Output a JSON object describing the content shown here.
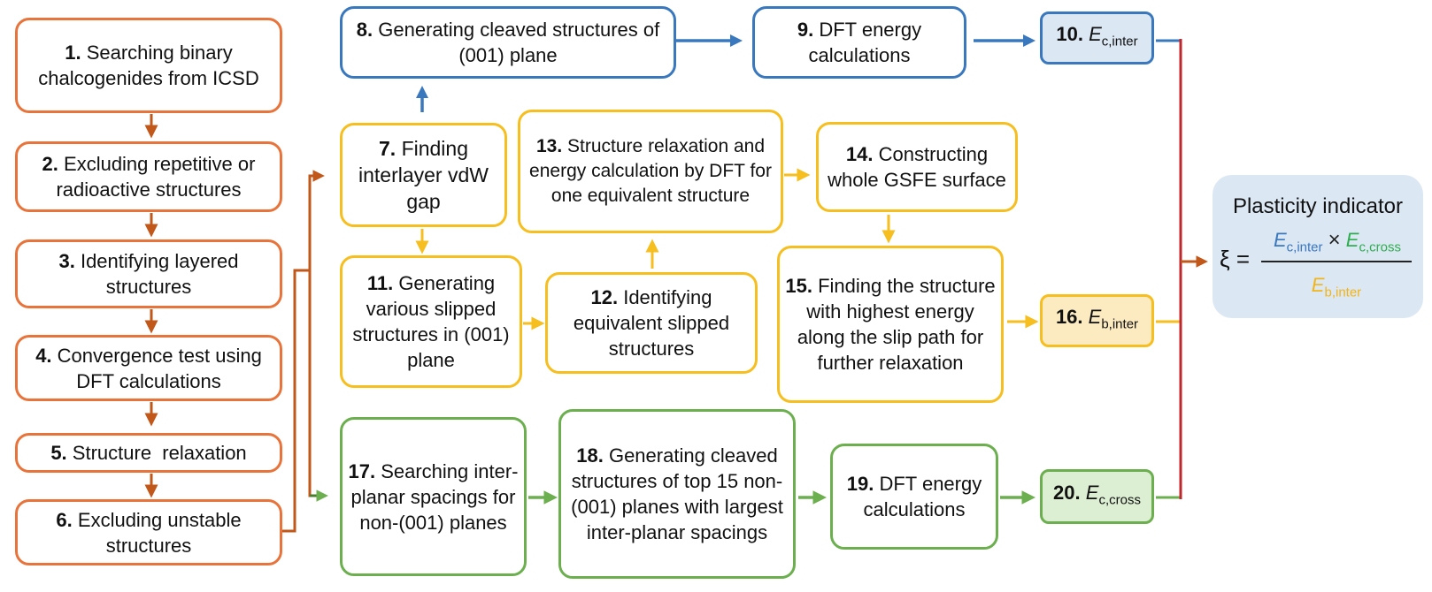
{
  "boxes": [
    {
      "num": "1.",
      "text": "Searching binary chalcogenides from ICSD"
    },
    {
      "num": "2.",
      "text": "Excluding repetitive or radioactive structures"
    },
    {
      "num": "3.",
      "text": "Identifying layered structures"
    },
    {
      "num": "4.",
      "text": "Convergence test using DFT calculations"
    },
    {
      "num": "5.",
      "text": "Structure  relaxation"
    },
    {
      "num": "6.",
      "text": "Excluding unstable structures"
    },
    {
      "num": "7.",
      "text": "Finding interlayer vdW gap"
    },
    {
      "num": "8.",
      "text": "Generating cleaved structures of (001) plane"
    },
    {
      "num": "9.",
      "text": "DFT energy calculations"
    },
    {
      "num": "11.",
      "text": "Generating various slipped structures in (001) plane"
    },
    {
      "num": "12.",
      "text": "Identifying equivalent slipped structures"
    },
    {
      "num": "13.",
      "text": "Structure relaxation and energy calculation by DFT for one equivalent structure"
    },
    {
      "num": "14.",
      "text": "Constructing whole GSFE surface"
    },
    {
      "num": "15.",
      "text": "Finding the structure with highest energy along the slip path for further relaxation"
    },
    {
      "num": "17.",
      "text": "Searching inter-planar spacings for non-(001) planes"
    },
    {
      "num": "18.",
      "text": "Generating cleaved structures of top 15 non-(001) planes with largest inter-planar spacings"
    },
    {
      "num": "19.",
      "text": "DFT energy calculations"
    }
  ],
  "results": [
    {
      "num": "10.",
      "symbol": "E",
      "sub": "c,inter"
    },
    {
      "num": "16.",
      "symbol": "E",
      "sub": "b,inter"
    },
    {
      "num": "20.",
      "symbol": "E",
      "sub": "c,cross"
    }
  ],
  "indicator": {
    "title": "Plasticity indicator",
    "xi": "ξ =",
    "numerator_a": {
      "symbol": "E",
      "sub": "c,inter"
    },
    "times": "×",
    "numerator_b": {
      "symbol": "E",
      "sub": "c,cross"
    },
    "denominator": {
      "symbol": "E",
      "sub": "b,inter"
    }
  },
  "colors": {
    "orange": "#E8743B",
    "blue": "#3A78BE",
    "yellow": "#F6BE1E",
    "green": "#6CAF4E",
    "red": "#C0272D",
    "connector_brown": "#C2571A",
    "indicator_bg": "#DCE7F4"
  }
}
